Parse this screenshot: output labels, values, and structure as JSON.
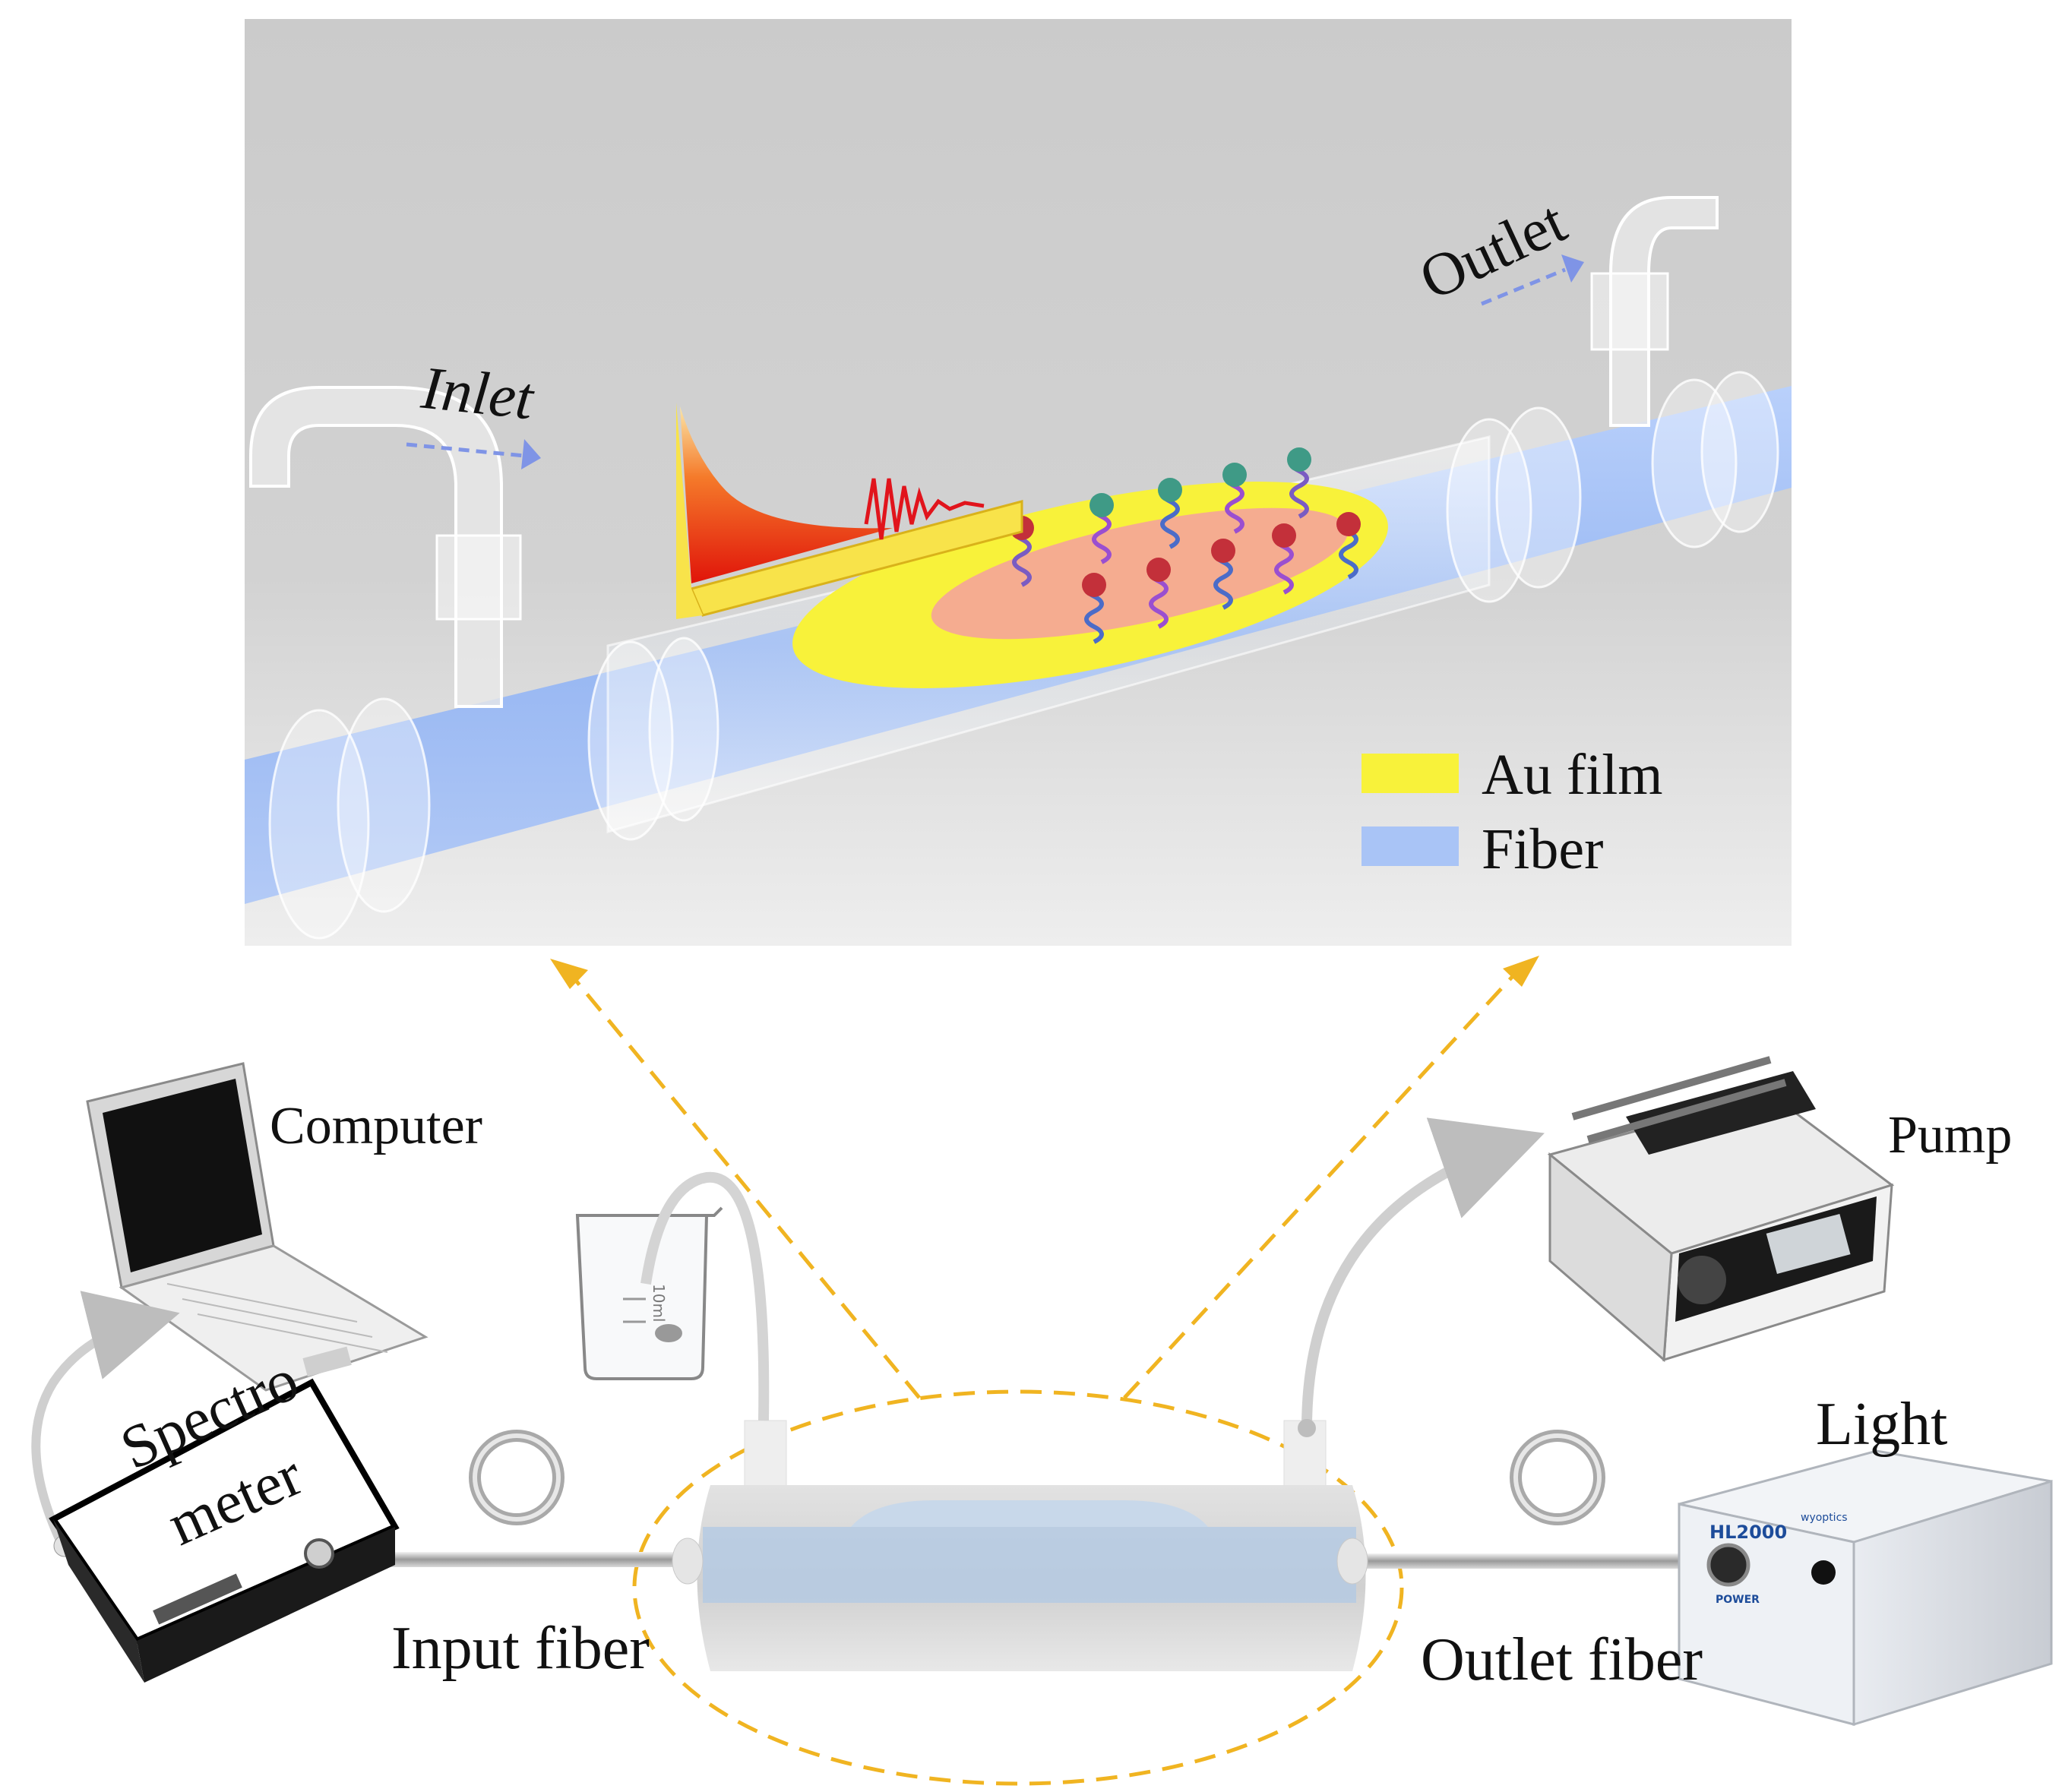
{
  "inset": {
    "inlet_label": "Inlet",
    "outlet_label": "Outlet",
    "legend": [
      {
        "label": "Au film",
        "color": "#f8f23a"
      },
      {
        "label": "Fiber",
        "color": "#a9c4f6"
      }
    ]
  },
  "setup": {
    "computer_label": "Computer",
    "pump_label": "Pump",
    "light_label": "Light",
    "spectrometer_label_line1": "Spectro",
    "spectrometer_label_line2": "meter",
    "input_fiber_label": "Input fiber",
    "outlet_fiber_label": "Outlet fiber",
    "light_source_brand": "HL2000",
    "light_source_maker": "wyoptics",
    "light_source_power": "POWER",
    "beaker_marking": "10ml"
  },
  "colors": {
    "fiber": "#a9c4f6",
    "au_film": "#f8f23a",
    "dashed_callout": "#f0b421",
    "inset_bg": "#c9c9c9"
  }
}
